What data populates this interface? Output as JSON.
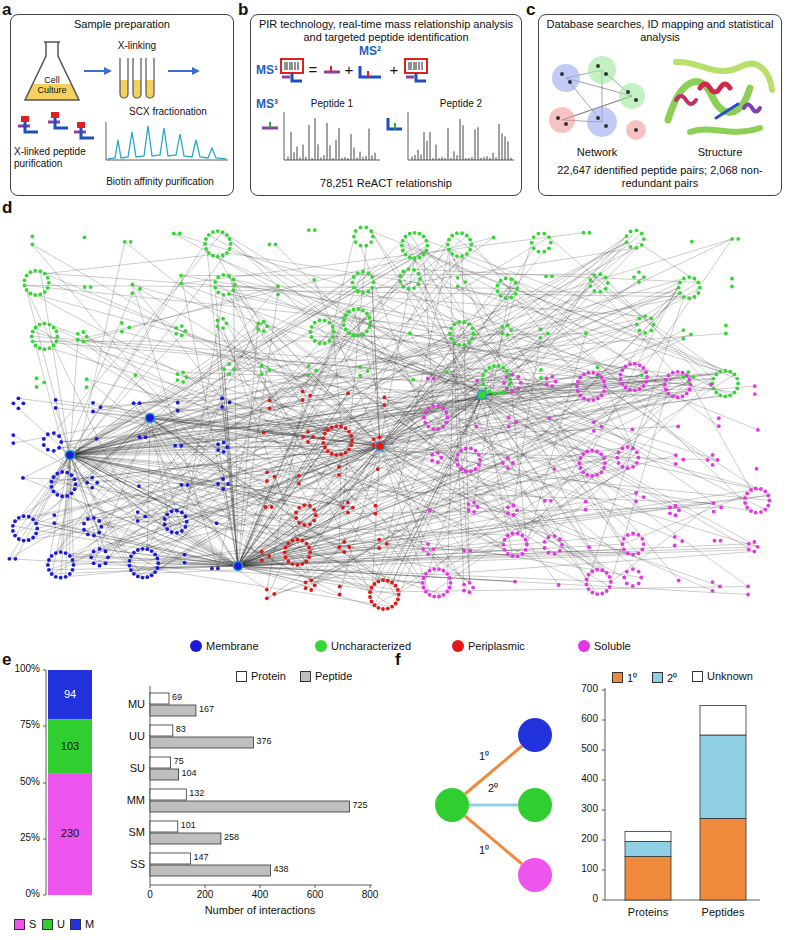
{
  "diagram": {
    "nodes": [
      {
        "text": [
          "Sample preparation"
        ]
      },
      {
        "text": [
          "Cell Culture"
        ],
        "in": 0
      },
      {
        "text": [
          "X-linking"
        ],
        "in": 0
      },
      {
        "text": [
          "PIR technology, real-time mass relationship analysis and targeted peptide identification",
          "78,251 ReACT relationship"
        ]
      },
      {
        "text": [
          "Database searches, ID mapping and statistical analysis",
          "22,647 identified peptide pairs; 2,068 non-redundant pairs"
        ]
      }
    ],
    "edges": [
      {
        "from": 1,
        "to": 2,
        "arrow": "to"
      }
    ],
    "labels": [
      "a",
      "b",
      "c",
      "X-linked peptide purification",
      "SCX fractionation",
      "Biotin affinity purification",
      "MS¹",
      "=",
      "+",
      "MS²",
      "+",
      "MS³",
      "Peptide 1",
      "Peptide 2",
      "Network",
      "Structure",
      "d",
      "e",
      "94",
      "103",
      "230",
      "0%",
      "25%",
      "50%",
      "75%",
      "100%",
      "MU",
      "69",
      "167",
      "UU",
      "83",
      "376",
      "SU",
      "75",
      "104",
      "MM",
      "132",
      "725",
      "SM",
      "101",
      "258",
      "SS",
      "147",
      "438",
      "0",
      "200",
      "400",
      "600",
      "800",
      "Number of interactions",
      "f",
      "1⁰",
      "2⁰",
      "1⁰",
      "0",
      "100",
      "200",
      "300",
      "400",
      "500",
      "600",
      "700",
      "Proteins",
      "Peptides"
    ],
    "legend": [
      {
        "text": "Membrane",
        "color": "#1a1ad8"
      },
      {
        "text": "Uncharacterized",
        "color": "#33d833"
      },
      {
        "text": "Periplasmic",
        "color": "#e01818"
      },
      {
        "text": "Soluble",
        "color": "#e535e5"
      },
      {
        "text": "Protein",
        "color": "#ffffff"
      },
      {
        "text": "Peptide",
        "color": "#bfbfbf"
      },
      {
        "text": "S",
        "color": "#ee55ee"
      },
      {
        "text": "U",
        "color": "#2fcf2f"
      },
      {
        "text": "M",
        "color": "#2233dd"
      },
      {
        "text": "1⁰",
        "color": "#f08a3c"
      },
      {
        "text": "2⁰",
        "color": "#8fd0e4"
      },
      {
        "text": "Unknown",
        "color": "#ffffff"
      }
    ]
  }
}
